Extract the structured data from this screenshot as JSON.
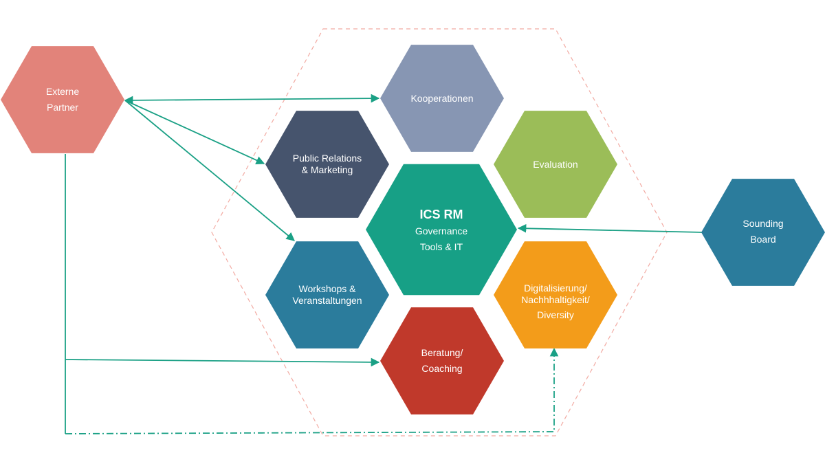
{
  "colors": {
    "connector": "#1aa085",
    "outline": "#f2aaa2",
    "externe": "#e2837a",
    "kooperationen": "#8796b3",
    "public_relations": "#46546d",
    "evaluation": "#9bbd58",
    "center": "#17a086",
    "workshops": "#2b7c9c",
    "digital": "#f39c1a",
    "beratung": "#c0392b",
    "sounding": "#2b7c9c"
  },
  "nodes": {
    "externe": [
      "Externe",
      "Partner"
    ],
    "kooperationen": [
      "Kooperationen"
    ],
    "public_relations": [
      "Public Relations",
      "& Marketing"
    ],
    "evaluation": [
      "Evaluation"
    ],
    "center": {
      "title": "ICS RM",
      "lines": [
        "Governance",
        "Tools & IT"
      ]
    },
    "workshops": [
      "Workshops &",
      "Veranstaltungen"
    ],
    "digital": [
      "Digitalisierung/",
      "Nachhhaltigkeit/",
      "Diversity"
    ],
    "beratung": [
      "Beratung/",
      "Coaching"
    ],
    "sounding": [
      "Sounding",
      "Board"
    ]
  }
}
